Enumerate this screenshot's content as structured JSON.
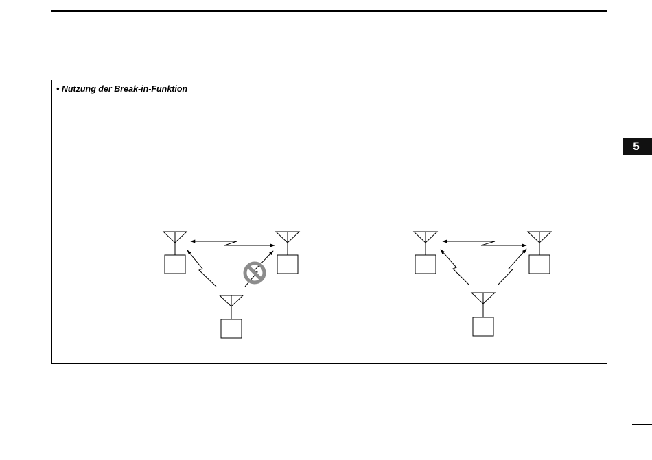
{
  "page": {
    "section_number": "5"
  },
  "box": {
    "heading": "• Nutzung der Break-in-Funktion"
  },
  "diagrams": [
    {
      "stations": [
        "top-left",
        "top-right",
        "bottom"
      ],
      "links": [
        {
          "from": "top-left",
          "to": "top-right",
          "style": "two-way"
        },
        {
          "from": "bottom",
          "to": "top-left",
          "style": "one-way"
        },
        {
          "from": "bottom",
          "to": "top-right",
          "style": "blocked"
        }
      ],
      "blocked_icon": "prohibited-icon"
    },
    {
      "stations": [
        "top-left",
        "top-right",
        "bottom"
      ],
      "links": [
        {
          "from": "top-left",
          "to": "top-right",
          "style": "two-way"
        },
        {
          "from": "bottom",
          "to": "top-left",
          "style": "one-way"
        },
        {
          "from": "bottom",
          "to": "top-right",
          "style": "one-way"
        }
      ]
    }
  ],
  "colors": {
    "line": "#000000",
    "prohibited": "#8c8c8c",
    "tab": "#111111"
  }
}
